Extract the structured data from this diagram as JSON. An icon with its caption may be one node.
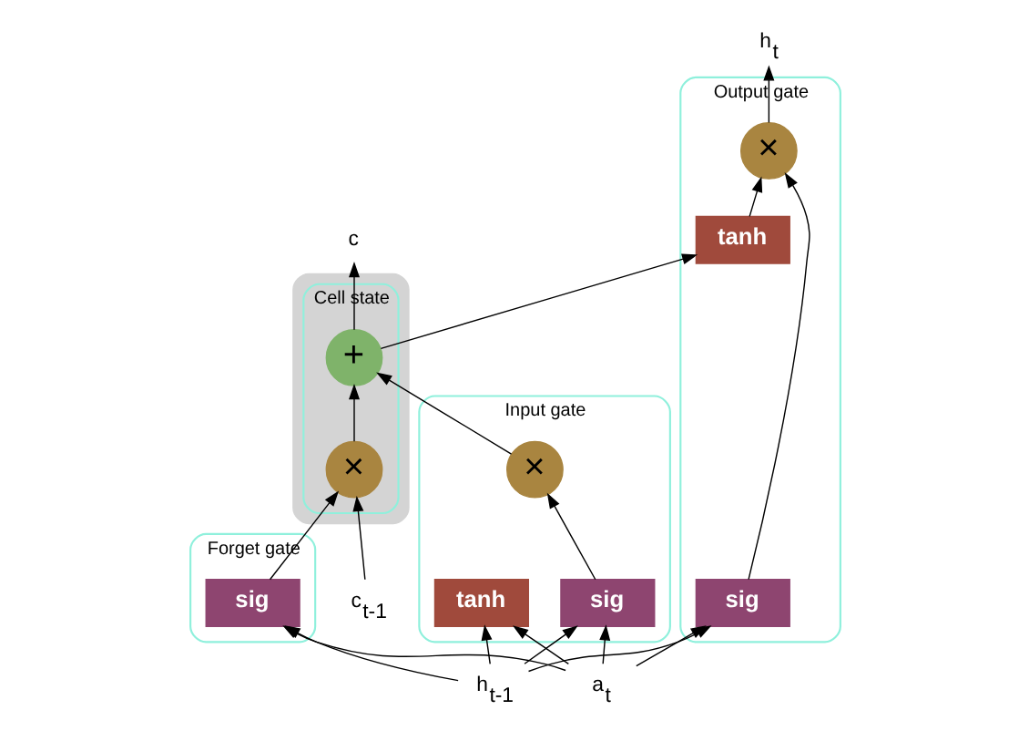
{
  "diagram": {
    "nodes": [
      {
        "text": [],
        "shape": "box"
      },
      {
        "text": [
          "Cell state"
        ],
        "in": 0
      },
      {
        "text": [
          "×"
        ],
        "in": 1
      },
      {
        "text": [
          "+"
        ],
        "in": 1
      },
      {
        "text": [
          "Forget gate"
        ]
      },
      {
        "text": [
          "sig"
        ],
        "in": 4
      },
      {
        "text": [
          "Input gate"
        ]
      },
      {
        "text": [
          "×"
        ],
        "in": 6
      },
      {
        "text": [
          "sig"
        ],
        "in": 6
      },
      {
        "text": [
          "tanh"
        ],
        "in": 6
      },
      {
        "text": [
          "Output gate"
        ]
      },
      {
        "text": [
          "tanh"
        ],
        "in": 10
      },
      {
        "text": [
          "×"
        ],
        "in": 10
      },
      {
        "text": [
          "sig"
        ],
        "in": 10
      },
      {
        "text": [
          "c$_{t-1}$"
        ]
      },
      {
        "text": [
          "c"
        ]
      },
      {
        "text": [
          "h$_{t-1}$"
        ]
      },
      {
        "text": [
          "a$_{t}$"
        ]
      },
      {
        "text": [
          "h$_{t}$"
        ]
      }
    ],
    "edges": [
      {
        "from": 14,
        "to": 2,
        "arrow": "to"
      },
      {
        "from": 2,
        "to": 3,
        "arrow": "to"
      },
      {
        "from": 3,
        "to": 15,
        "arrow": "to"
      },
      {
        "from": 3,
        "to": 11,
        "arrow": "to"
      },
      {
        "from": 11,
        "to": 12,
        "arrow": "to"
      },
      {
        "from": 13,
        "to": 12,
        "arrow": "to"
      },
      {
        "from": 12,
        "to": 18,
        "arrow": "to"
      },
      {
        "from": 5,
        "to": 2,
        "arrow": "to"
      },
      {
        "from": 8,
        "to": 7,
        "arrow": "to"
      },
      {
        "from": 7,
        "to": 3,
        "arrow": "to"
      },
      {
        "from": 16,
        "to": 5,
        "arrow": "to"
      },
      {
        "from": 16,
        "to": 8,
        "arrow": "to"
      },
      {
        "from": 16,
        "to": 9,
        "arrow": "to"
      },
      {
        "from": 16,
        "to": 13,
        "arrow": "to"
      },
      {
        "from": 17,
        "to": 5,
        "arrow": "to"
      },
      {
        "from": 17,
        "to": 8,
        "arrow": "to"
      },
      {
        "from": 17,
        "to": 9,
        "arrow": "to"
      },
      {
        "from": 17,
        "to": 13,
        "arrow": "to"
      }
    ]
  }
}
